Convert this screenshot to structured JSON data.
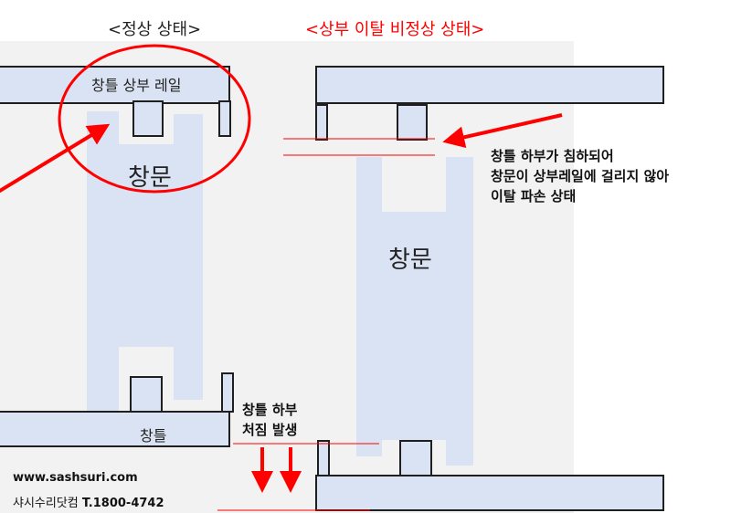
{
  "titles": {
    "normal": "<정상 상태>",
    "broken": "<상부 이탈 비정상 상태>"
  },
  "labels": {
    "top_rail": "창틀 상부 레일",
    "door_left": "창문",
    "door_right": "창문",
    "bottom_frame": "창틀"
  },
  "notes": {
    "sag_line1": "창틀 하부가 침하되어",
    "sag_line2": "창문이 상부레일에 걸리지 않아",
    "sag_line3": "이탈 파손 상태",
    "drop_line1": "창틀 하부",
    "drop_line2": "처짐 발생"
  },
  "footer": {
    "website": "www.sashsuri.com",
    "company": "샤시수리닷컴",
    "phone": "T.1800-4742"
  },
  "colors": {
    "accent_red": "#ff0000",
    "door_fill": "#dae3f3",
    "background_panel": "#f2f2f2"
  }
}
